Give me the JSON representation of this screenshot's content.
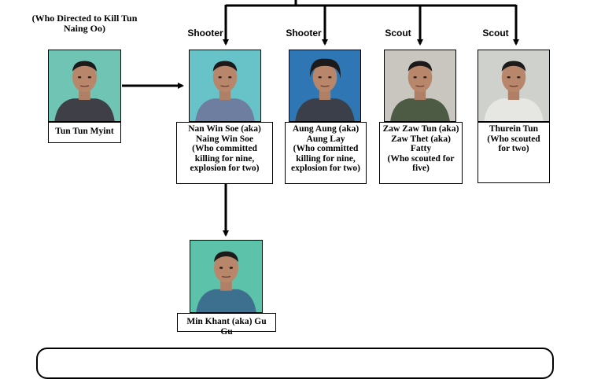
{
  "directed_note": "(Who Directed to Kill Tun Naing Oo)",
  "people": [
    {
      "id": "tun-tun-myint",
      "role": "",
      "lines": [
        "Tun Tun Myint"
      ],
      "bg": "#6fc4b3"
    },
    {
      "id": "nan-win-soe",
      "role": "Shooter",
      "lines": [
        "Nan Win Soe (aka)",
        "Naing Win Soe",
        "(Who committed",
        "killing for nine,",
        "explosion for two)"
      ],
      "bg": "#68c3c9"
    },
    {
      "id": "aung-aung",
      "role": "Shooter",
      "lines": [
        "Aung Aung (aka)",
        "Aung Lay",
        "(Who committed",
        "killing for nine,",
        "explosion for two)"
      ],
      "bg": "#2f77b4"
    },
    {
      "id": "zaw-zaw-tun",
      "role": "Scout",
      "lines": [
        "Zaw Zaw Tun (aka)",
        "Zaw Thet (aka)",
        "Fatty",
        "(Who scouted for",
        "five)"
      ],
      "bg": "#c8c6be"
    },
    {
      "id": "thurein-tun",
      "role": "Scout",
      "lines": [
        "Thurein Tun",
        "(Who scouted",
        "for two)"
      ],
      "bg": "#cfd1cd"
    },
    {
      "id": "min-khant",
      "role": "",
      "lines": [
        "Min Khant (aka) Gu Gu"
      ],
      "bg": "#5cc2a9"
    }
  ],
  "colors": {
    "line": "#000000"
  }
}
